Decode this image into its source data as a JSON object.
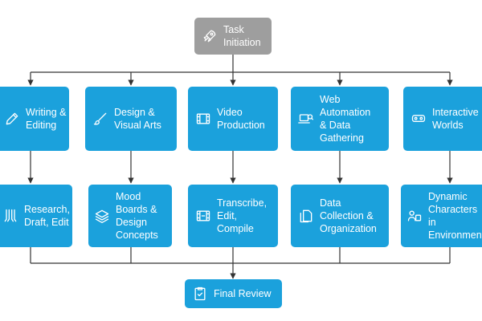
{
  "colors": {
    "box": "#1ba1dc",
    "start_box": "#9e9e9e",
    "line": "#333333",
    "text": "#ffffff"
  },
  "start": {
    "label": "Task\nInitiation",
    "icon": "rocket-icon"
  },
  "categories": [
    {
      "label": "Writing &\nEditing",
      "icon": "pencil-icon"
    },
    {
      "label": "Design &\nVisual Arts",
      "icon": "paintbrush-icon"
    },
    {
      "label": "Video\nProduction",
      "icon": "film-icon"
    },
    {
      "label": "Web\nAutomation\n& Data\nGathering",
      "icon": "laptop-search-icon"
    },
    {
      "label": "Interactive\nWorlds",
      "icon": "vr-headset-icon"
    }
  ],
  "tasks": [
    {
      "label": "Research,\nDraft, Edit",
      "icon": "pens-icon"
    },
    {
      "label": "Mood\nBoards &\nDesign\nConcepts",
      "icon": "layers-icon"
    },
    {
      "label": "Transcribe,\nEdit,\nCompile",
      "icon": "film-edit-icon"
    },
    {
      "label": "Data\nCollection &\nOrganization",
      "icon": "documents-icon"
    },
    {
      "label": "Dynamic\nCharacters\nin\nEnvironments",
      "icon": "characters-icon"
    }
  ],
  "end": {
    "label": "Final Review",
    "icon": "clipboard-check-icon"
  }
}
